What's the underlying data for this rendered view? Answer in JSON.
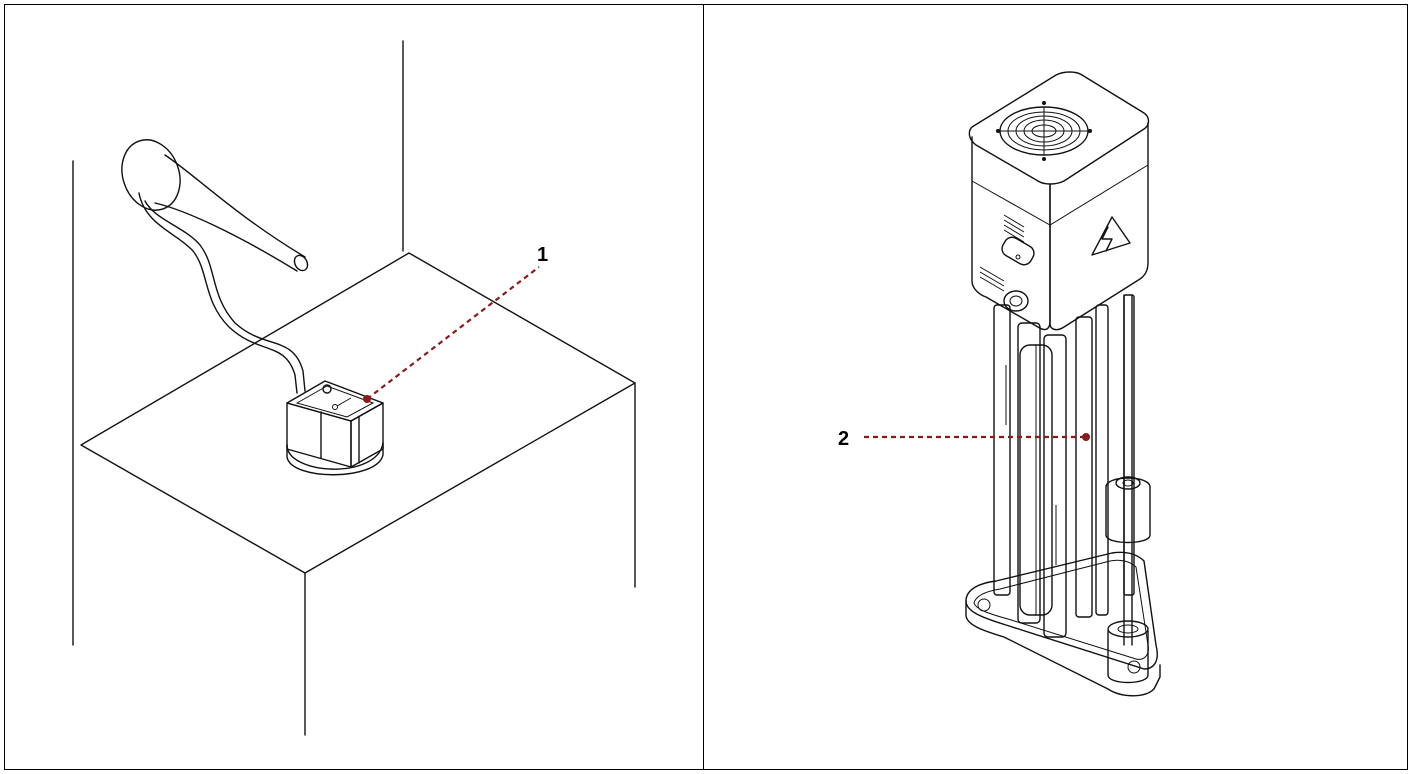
{
  "figure": {
    "panels": [
      {
        "id": "left",
        "callout": {
          "label": "1",
          "color": "#8b1a1a"
        }
      },
      {
        "id": "right",
        "callout": {
          "label": "2",
          "color": "#8b1a1a"
        }
      }
    ]
  },
  "colors": {
    "callout": "#8b1a1a",
    "line": "#111111",
    "border": "#000000"
  }
}
